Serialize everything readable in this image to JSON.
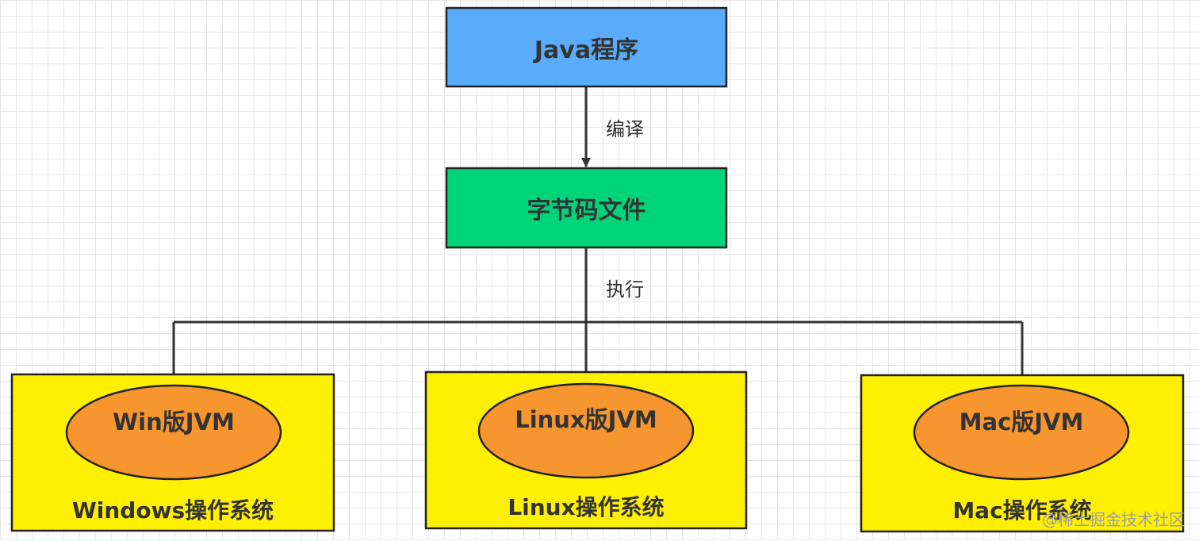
{
  "nodes": {
    "source": {
      "label": "Java程序",
      "fill": "#5aacfa"
    },
    "bytecode": {
      "label": "字节码文件",
      "fill": "#00d47a"
    },
    "os_windows": {
      "label": "Windows操作系统",
      "fill": "#ffef00"
    },
    "os_linux": {
      "label": "Linux操作系统",
      "fill": "#ffef00"
    },
    "os_mac": {
      "label": "Mac操作系统",
      "fill": "#ffef00"
    },
    "jvm_windows": {
      "label": "Win版JVM",
      "fill": "#f7952e"
    },
    "jvm_linux": {
      "label": "Linux版JVM",
      "fill": "#f7952e"
    },
    "jvm_mac": {
      "label": "Mac版JVM",
      "fill": "#f7952e"
    }
  },
  "edges": {
    "compile": {
      "label": "编译"
    },
    "execute": {
      "label": "执行"
    }
  },
  "watermark": "@稀土掘金技术社区"
}
